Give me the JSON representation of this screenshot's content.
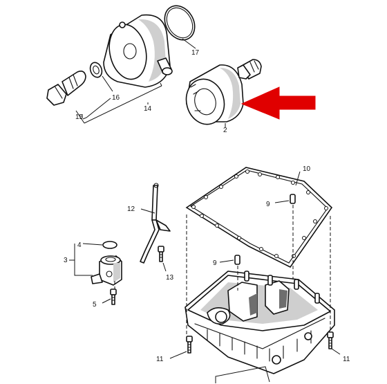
{
  "diagram": {
    "callouts": {
      "c2": "2",
      "c3": "3",
      "c4": "4",
      "c5": "5",
      "c9a": "9",
      "c9b": "9",
      "c10": "10",
      "c11a": "11",
      "c11b": "11",
      "c12": "12",
      "c13": "13",
      "c14": "14",
      "c15": "15",
      "c16": "16",
      "c17": "17"
    },
    "colors": {
      "arrow": "#e00000",
      "line": "#111111",
      "shade": "#cfcfcf"
    },
    "icons": {
      "arrow": "red-arrow-icon"
    }
  }
}
